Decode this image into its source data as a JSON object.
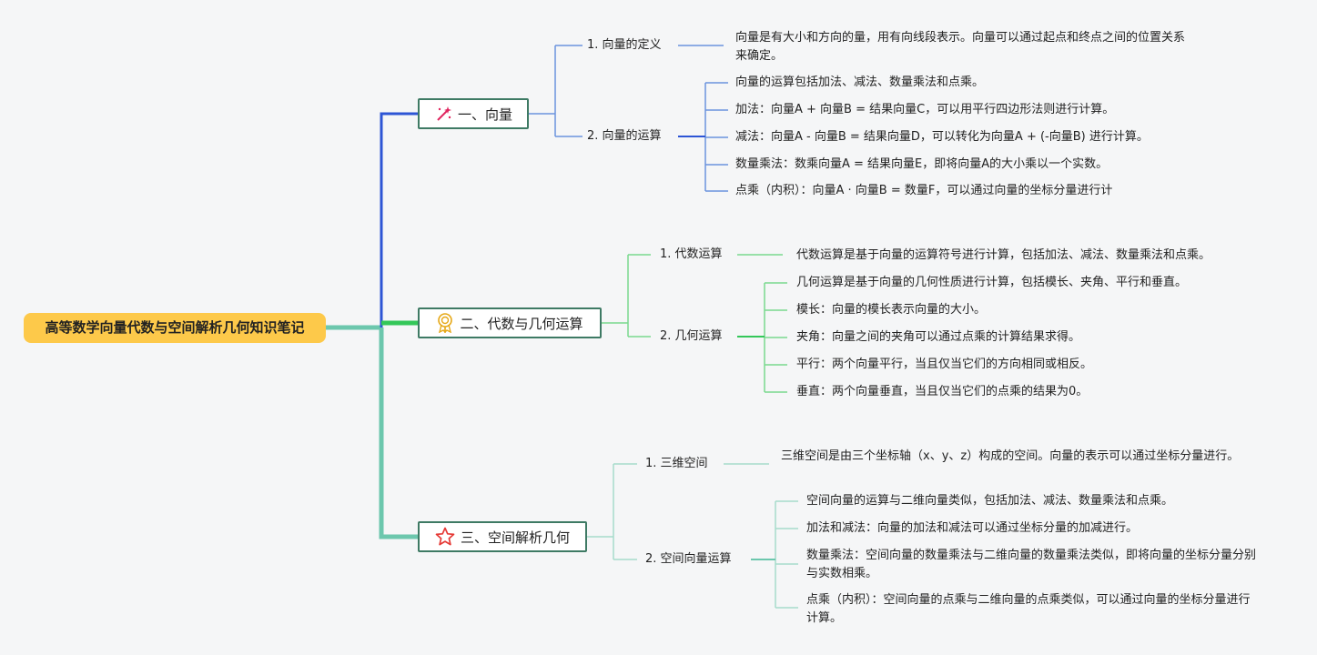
{
  "root": {
    "title": "高等数学向量代数与空间解析几何知识笔记"
  },
  "colors": {
    "root_bg": "#fdc94a",
    "branch1": "#2d55d5",
    "branch2": "#34c759",
    "branch3": "#6cc7ad",
    "topic_border": "#3e7a64"
  },
  "topics": [
    {
      "label": "一、向量",
      "icon": "magic-wand-icon",
      "subs": [
        {
          "label": "1. 向量的定义",
          "leaves": [
            "向量是有大小和方向的量，用有向线段表示。向量可以通过起点和终点之间的位置关系来确定。"
          ]
        },
        {
          "label": "2. 向量的运算",
          "leaves": [
            "向量的运算包括加法、减法、数量乘法和点乘。",
            "加法：向量A + 向量B = 结果向量C，可以用平行四边形法则进行计算。",
            "减法：向量A - 向量B = 结果向量D，可以转化为向量A + (-向量B) 进行计算。",
            "数量乘法：数乘向量A = 结果向量E，即将向量A的大小乘以一个实数。",
            "点乘（内积）：向量A · 向量B = 数量F，可以通过向量的坐标分量进行计"
          ]
        }
      ]
    },
    {
      "label": "二、代数与几何运算",
      "icon": "award-medal-icon",
      "subs": [
        {
          "label": "1. 代数运算",
          "leaves": [
            "代数运算是基于向量的运算符号进行计算，包括加法、减法、数量乘法和点乘。"
          ]
        },
        {
          "label": "2. 几何运算",
          "leaves": [
            "几何运算是基于向量的几何性质进行计算，包括模长、夹角、平行和垂直。",
            "模长：向量的模长表示向量的大小。",
            "夹角：向量之间的夹角可以通过点乘的计算结果求得。",
            "平行：两个向量平行，当且仅当它们的方向相同或相反。",
            "垂直：两个向量垂直，当且仅当它们的点乘的结果为0。"
          ]
        }
      ]
    },
    {
      "label": "三、空间解析几何",
      "icon": "star-icon",
      "subs": [
        {
          "label": "1. 三维空间",
          "leaves": [
            "三维空间是由三个坐标轴（x、y、z）构成的空间。向量的表示可以通过坐标分量进行。"
          ]
        },
        {
          "label": "2. 空间向量运算",
          "leaves": [
            "空间向量的运算与二维向量类似，包括加法、减法、数量乘法和点乘。",
            "加法和减法：向量的加法和减法可以通过坐标分量的加减进行。",
            "数量乘法：空间向量的数量乘法与二维向量的数量乘法类似，即将向量的坐标分量分别与实数相乘。",
            "点乘（内积）：空间向量的点乘与二维向量的点乘类似，可以通过向量的坐标分量进行计算。"
          ]
        }
      ]
    }
  ]
}
